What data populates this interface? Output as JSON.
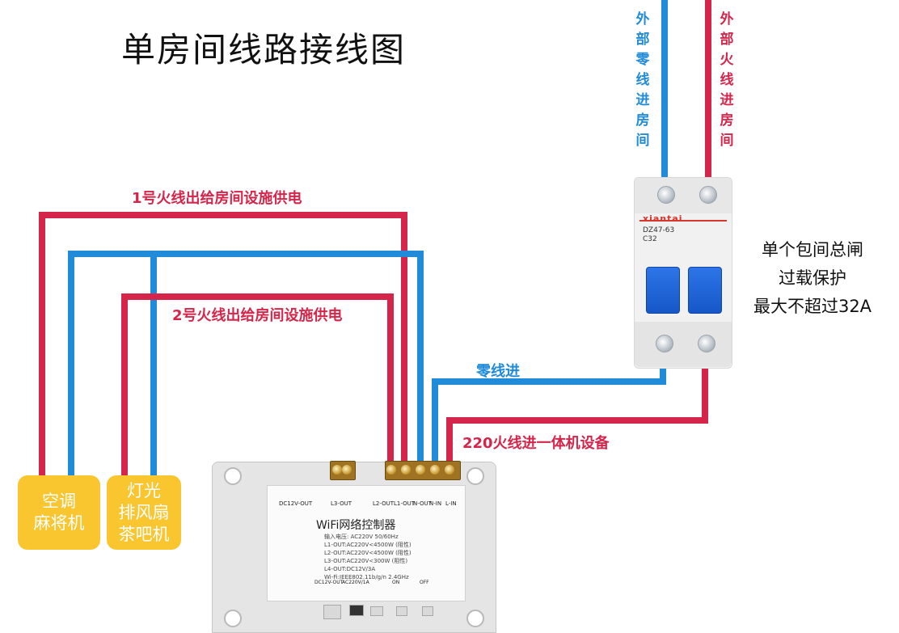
{
  "title": "单房间线路接线图",
  "incoming": {
    "neutral_label": "外部零线进房间",
    "live_label": "外部火线进房间"
  },
  "wire_labels": {
    "live1": "1号火线出给房间设施供电",
    "live2": "2号火线出给房间设施供电",
    "neutral_in": "零线进",
    "live_in": "220火线进一体机设备"
  },
  "breaker": {
    "brand": "xiantai",
    "model": "DZ47-63",
    "rating": "C32",
    "note_lines": [
      "单个包间总闸",
      "过载保护",
      "最大不超过32A"
    ]
  },
  "loads": [
    {
      "lines": [
        "空调",
        "麻将机"
      ]
    },
    {
      "lines": [
        "灯光",
        "排风扇",
        "茶吧机"
      ]
    }
  ],
  "controller": {
    "name": "WiFi网络控制器",
    "terminals_top": [
      "DC12V-OUT",
      "L3-OUT",
      "L2-OUT",
      "L1-OUT",
      "N-OUT",
      "N-IN",
      "L-IN"
    ],
    "spec_lines": [
      "输入电压: AC220V 50/60Hz",
      "L1-OUT:AC220V<4500W (阻性)",
      "L2-OUT:AC220V<4500W (阻性)",
      "L3-OUT:AC220V<300W (阻性)",
      "L4-OUT:DC12V/3A",
      "Wi-Fi:IEEE802.11b/g/n 2.4GHz"
    ],
    "bottom_labels": [
      "DC12V-OUT",
      "AC220V/1A",
      "ON",
      "OFF"
    ]
  },
  "colors": {
    "live": "#d6254a",
    "neutral": "#1f8bd9",
    "load_box": "#f9c62f"
  }
}
